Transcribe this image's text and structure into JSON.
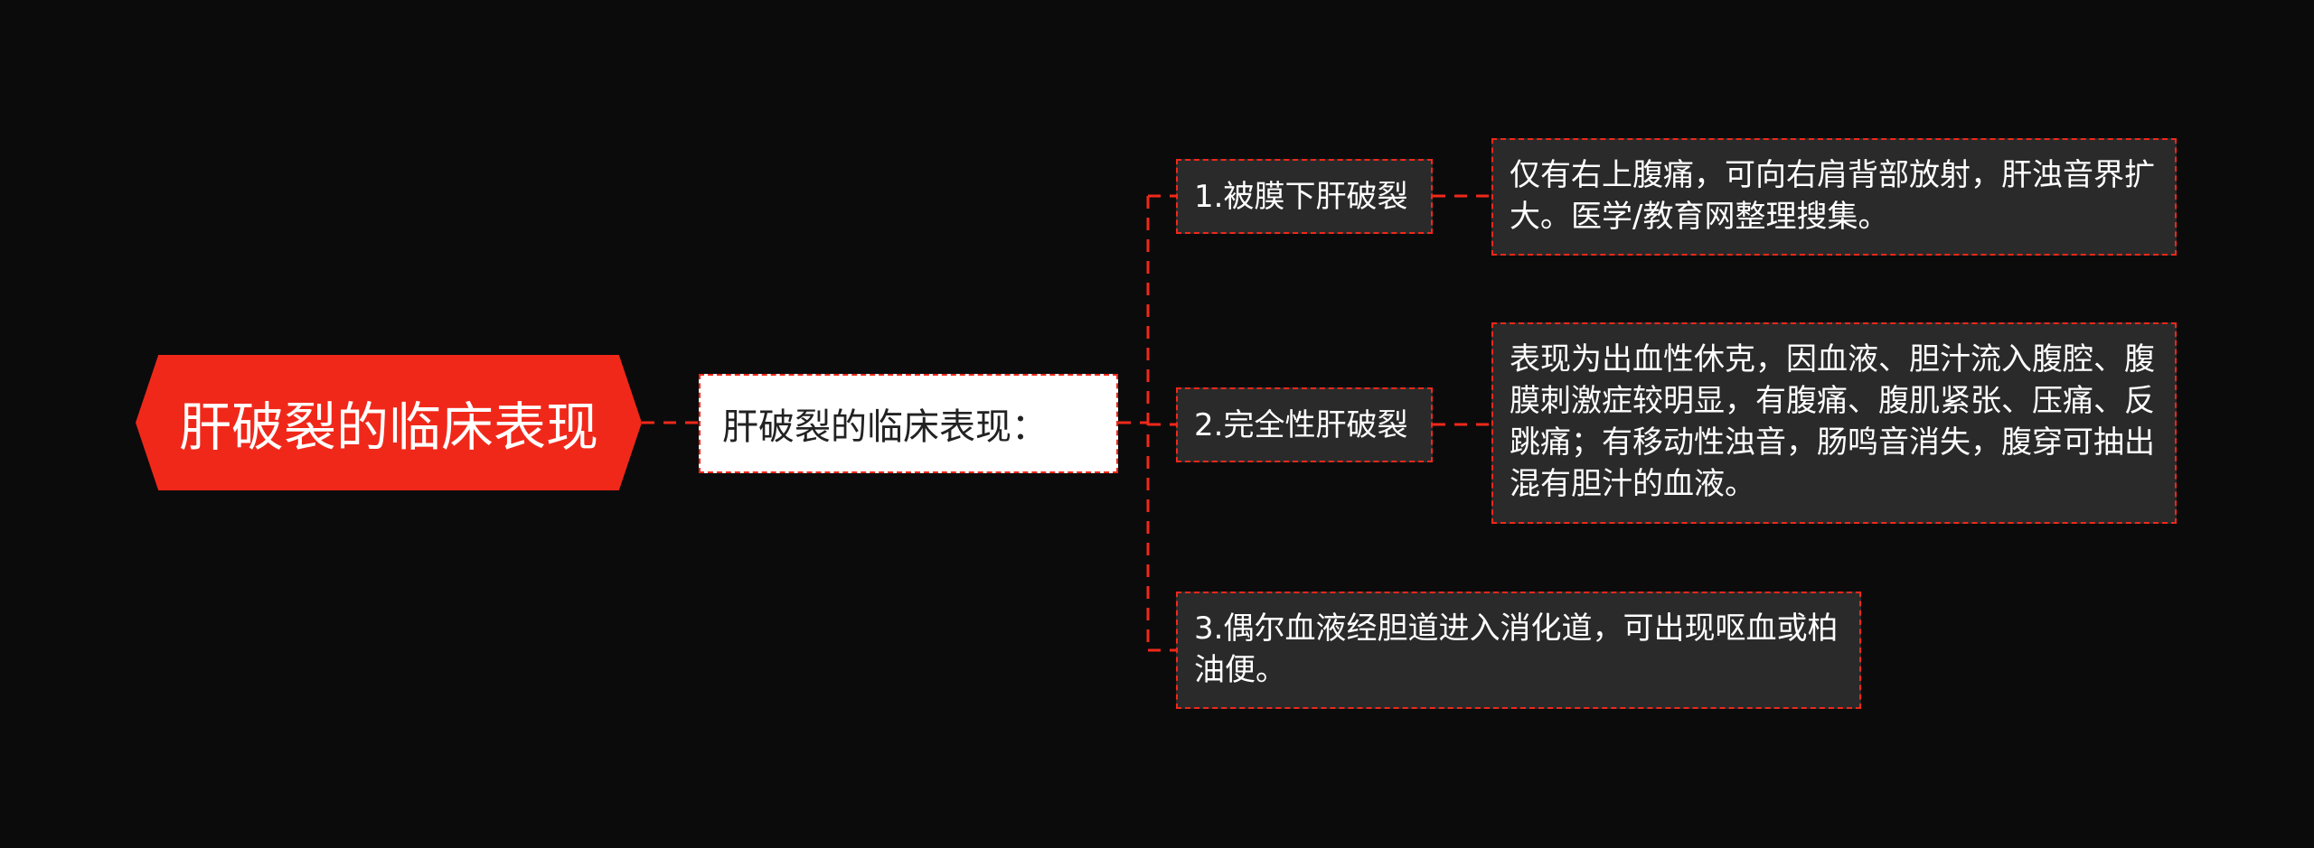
{
  "root": {
    "title": "肝破裂的临床表现"
  },
  "subtopic": {
    "title": "肝破裂的临床表现："
  },
  "branches": [
    {
      "label": "1.被膜下肝破裂",
      "detail": "仅有右上腹痛，可向右肩背部放射，肝浊音界扩大。医学/教育网整理搜集。"
    },
    {
      "label": "2.完全性肝破裂",
      "detail": "表现为出血性休克，因血液、胆汁流入腹腔、腹膜刺激症较明显，有腹痛、腹肌紧张、压痛、反跳痛；有移动性浊音，肠鸣音消失，腹穿可抽出混有胆汁的血液。"
    },
    {
      "label": "3.偶尔血液经胆道进入消化道，可出现呕血或柏油便。"
    }
  ],
  "colors": {
    "background": "#0b0b0c",
    "accent": "#f0281a",
    "node_fill": "#2a2a2a",
    "subtopic_fill": "#ffffff"
  }
}
